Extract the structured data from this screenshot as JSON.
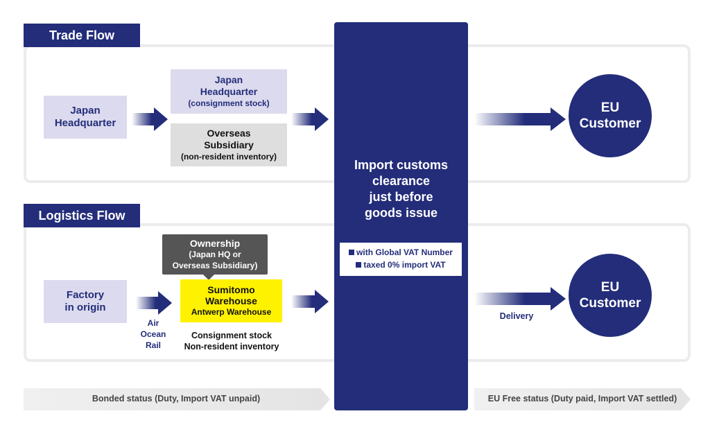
{
  "trade_flow": {
    "title": "Trade Flow",
    "origin": [
      "Japan",
      "Headquarter"
    ],
    "consignment": [
      "Japan",
      "Headquarter",
      "(consignment stock)"
    ],
    "subsidiary": [
      "Overseas",
      "Subsidiary",
      "(non-resident inventory)"
    ],
    "customer": [
      "EU",
      "Customer"
    ]
  },
  "logistics_flow": {
    "title": "Logistics Flow",
    "factory": [
      "Factory",
      "in origin"
    ],
    "ownership": [
      "Ownership",
      "(Japan HQ or",
      "Overseas Subsidiary)"
    ],
    "warehouse": [
      "Sumitomo",
      "Warehouse",
      "Antwerp Warehouse"
    ],
    "transport_modes": [
      "Air",
      "Ocean",
      "Rail"
    ],
    "stock_note": [
      "Consignment stock",
      "Non-resident inventory"
    ],
    "delivery": "Delivery",
    "customer": [
      "EU",
      "Customer"
    ]
  },
  "customs": {
    "title": [
      "Import customs",
      "clearance",
      "just before",
      "goods issue"
    ],
    "notes": [
      "with Global VAT Number",
      "taxed 0% import VAT"
    ]
  },
  "status": {
    "bonded": "Bonded status (Duty, Import VAT unpaid)",
    "free": "EU Free status (Duty paid, Import VAT settled)"
  },
  "colors": {
    "navy": "#232d7a",
    "lavender": "#dcdaee",
    "grey_box": "#dedede",
    "dark_grey": "#555555",
    "yellow": "#fff200",
    "frame": "#ececec"
  }
}
